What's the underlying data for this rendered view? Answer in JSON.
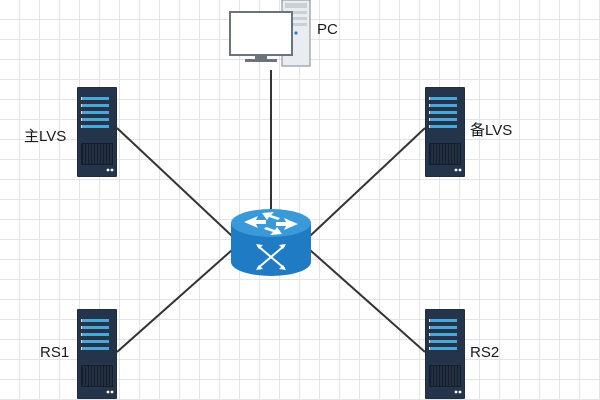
{
  "nodes": {
    "pc": {
      "label": "PC",
      "icon": "desktop-computer-icon"
    },
    "router": {
      "label": "",
      "icon": "router-icon"
    },
    "master_lvs": {
      "label": "主LVS",
      "icon": "server-rack-icon"
    },
    "backup_lvs": {
      "label": "备LVS",
      "icon": "server-rack-icon"
    },
    "rs1": {
      "label": "RS1",
      "icon": "server-rack-icon"
    },
    "rs2": {
      "label": "RS2",
      "icon": "server-rack-icon"
    }
  },
  "edges": [
    {
      "from": "pc",
      "to": "router"
    },
    {
      "from": "master_lvs",
      "to": "router"
    },
    {
      "from": "backup_lvs",
      "to": "router"
    },
    {
      "from": "rs1",
      "to": "router"
    },
    {
      "from": "rs2",
      "to": "router"
    }
  ],
  "colors": {
    "server_body": "#1f2d3d",
    "server_slot": "#4aa8d8",
    "router_blue": "#1e7bc4",
    "router_top": "#3a9ad9",
    "line": "#333333",
    "grid": "#e4e4e4"
  }
}
